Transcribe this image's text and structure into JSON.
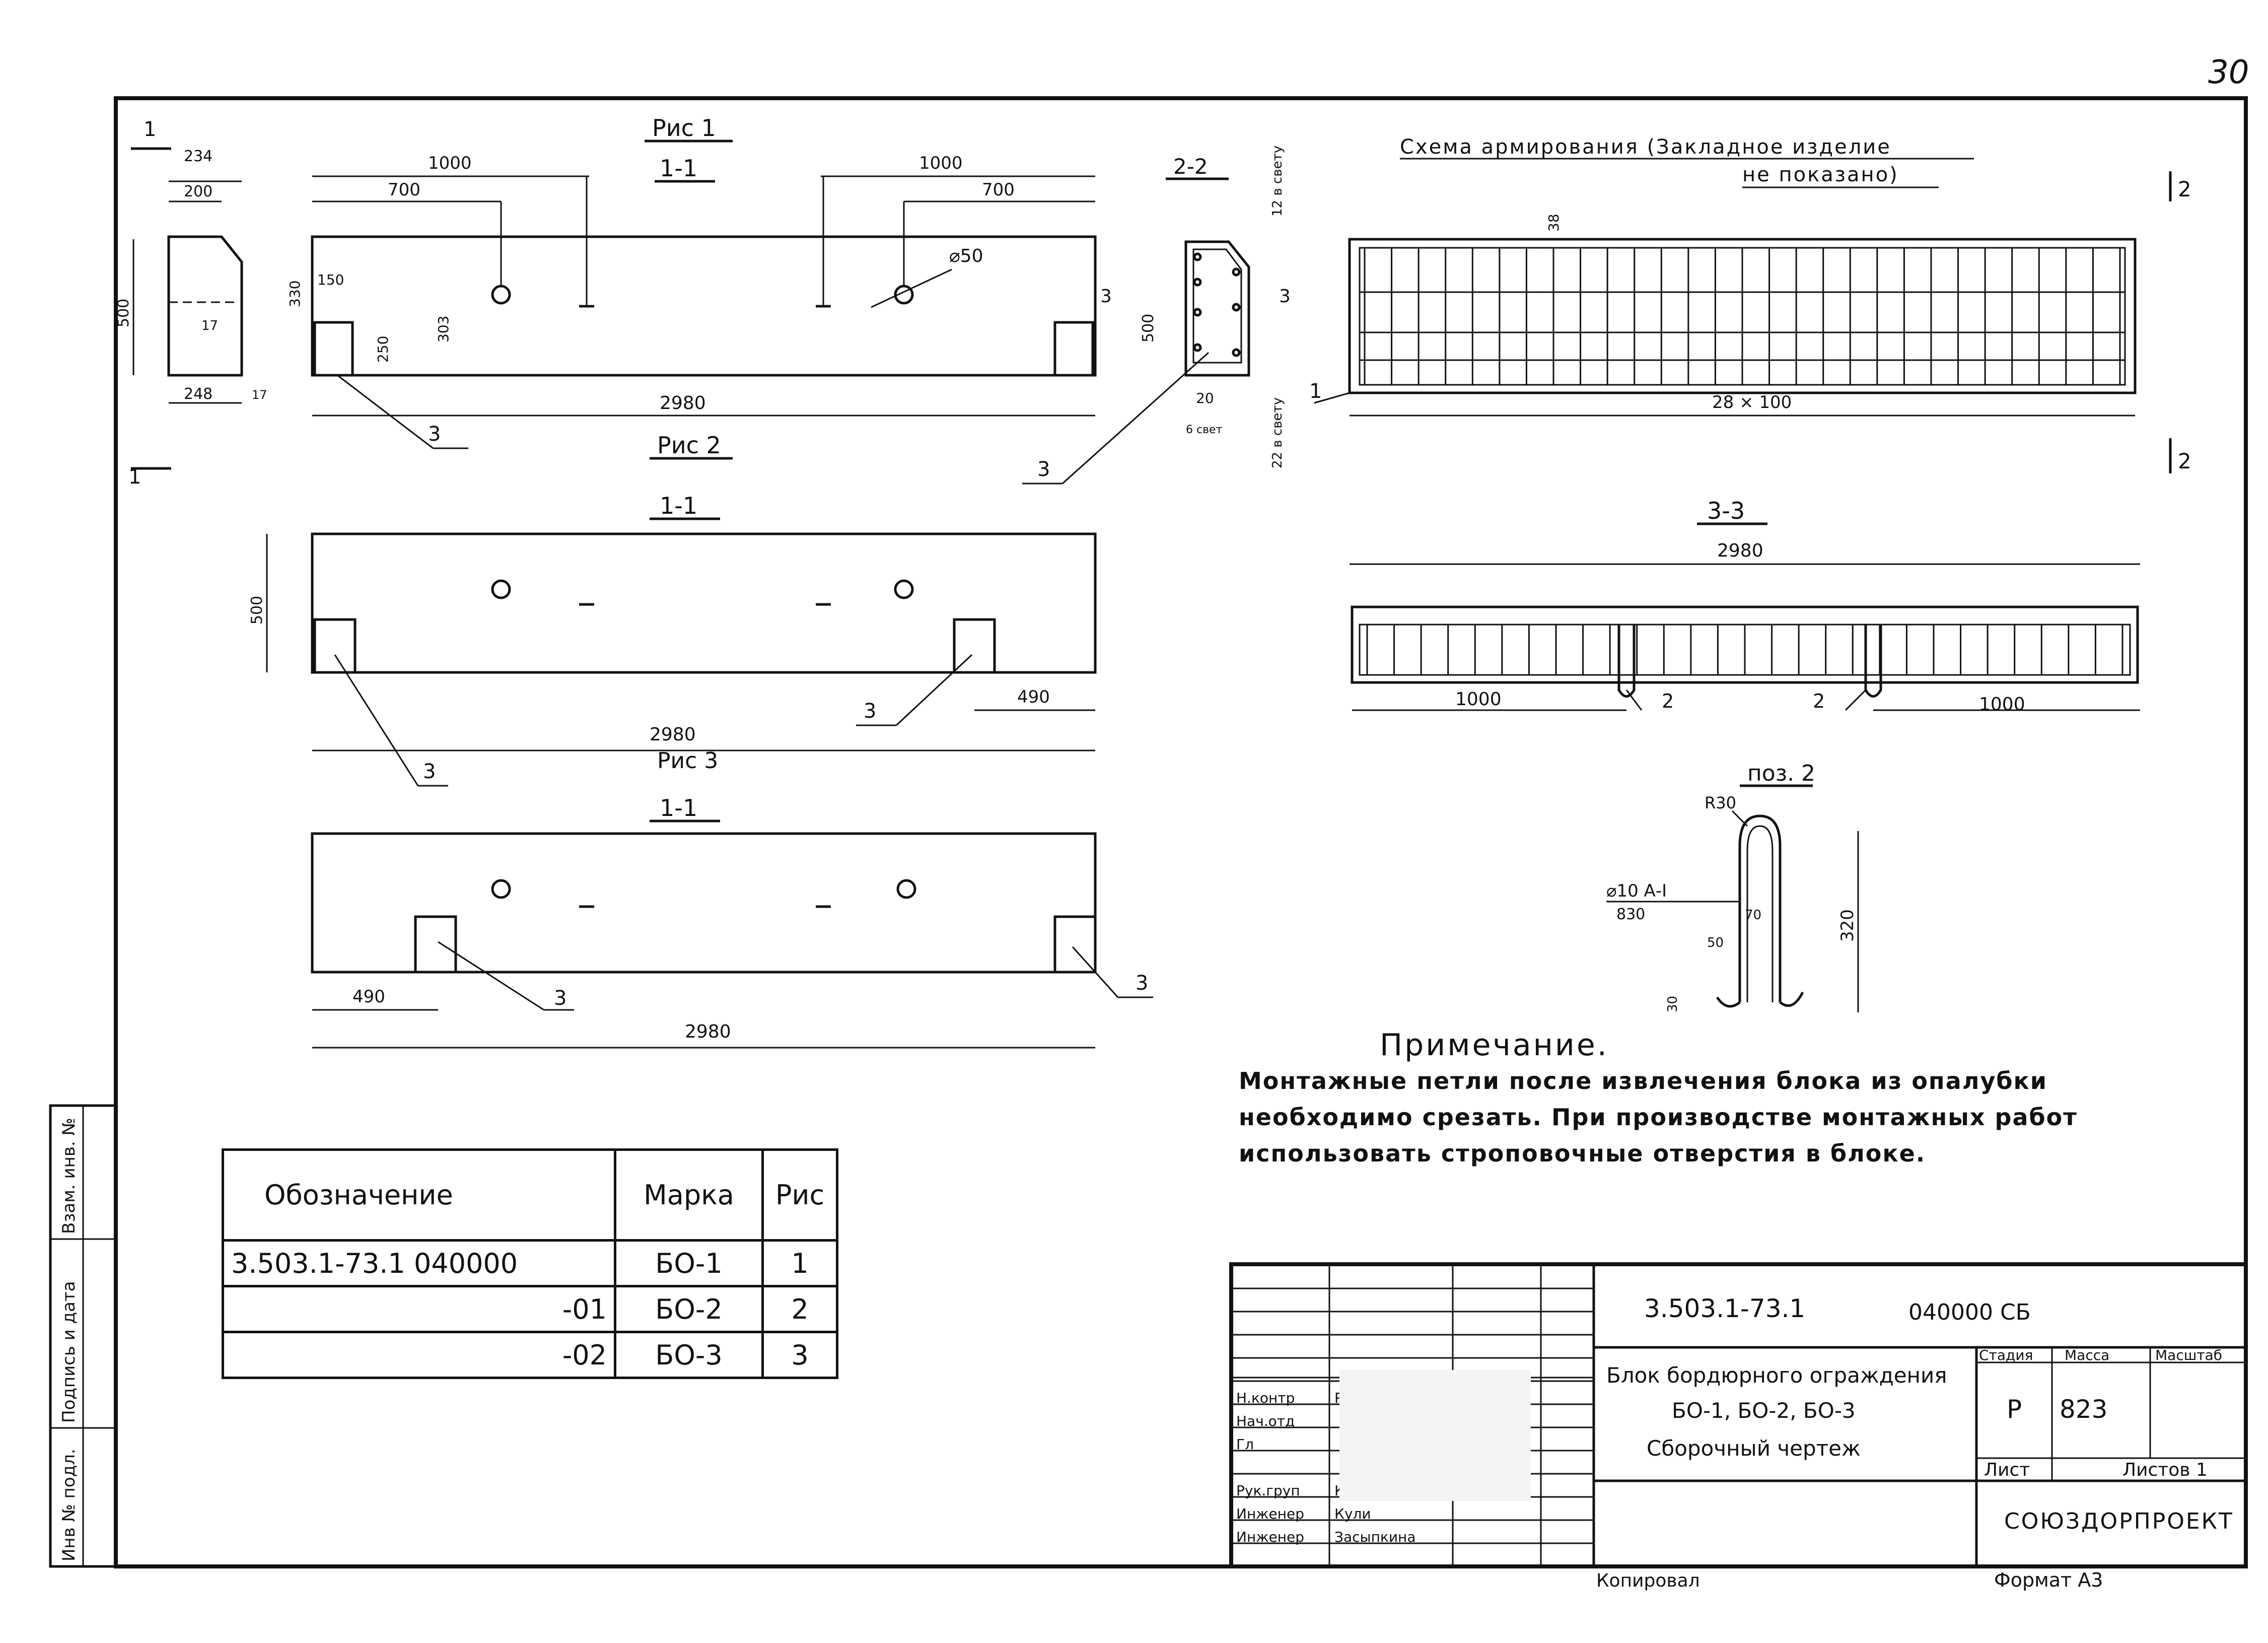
{
  "page_number": "30",
  "figures": {
    "fig1": "Рис 1",
    "fig2": "Рис 2",
    "fig3": "Рис 3"
  },
  "sections": {
    "s11": "1-1",
    "s22": "2-2",
    "s33": "3-3",
    "pos2": "поз. 2",
    "cut1": "1",
    "cut2": "2",
    "cut3": "3"
  },
  "scheme_title_1": "Схема армирования (Закладное изделие",
  "scheme_title_2": "не показано)",
  "dims": {
    "d234": "234",
    "d200": "200",
    "d500": "500",
    "d17": "17",
    "d248": "248",
    "d1000": "1000",
    "d700": "700",
    "d330": "330",
    "d150": "150",
    "d303": "303",
    "d250": "250",
    "d2980": "2980",
    "d50": "⌀50",
    "d20": "20",
    "d6": "6 свет",
    "d22": "22 в свету",
    "d12": "12 в свету",
    "d38": "38",
    "d28x100": "28 × 100",
    "d490": "490",
    "d320": "320",
    "dR30": "R30",
    "d10a": "⌀10 А-I",
    "d830": "830",
    "d70": "70",
    "d30": "30",
    "d50s": "50"
  },
  "callouts": {
    "c1": "1",
    "c2": "2",
    "c3": "3"
  },
  "note": {
    "title": "Примечание.",
    "lines": [
      "Монтажные петли после извлечения блока из опалубки",
      "необходимо срезать. При производстве монтажных работ",
      "использовать строповочные отверстия в блоке."
    ]
  },
  "spec_table": {
    "headers": [
      "Обозначение",
      "Марка",
      "Рис"
    ],
    "rows": [
      [
        "3.503.1-73.1 040000",
        "БО-1",
        "1"
      ],
      [
        "-01",
        "БО-2",
        "2"
      ],
      [
        "-02",
        "БО-3",
        "3"
      ]
    ]
  },
  "stamp": {
    "doc_code": "3.503.1-73.1",
    "doc_code_suffix": "040000 СБ",
    "title_1": "Блок бордюрного ограждения",
    "title_2": "БО-1, БО-2, БО-3",
    "title_3": "Сборочный чертеж",
    "col_stage": "Стадия",
    "col_mass": "Масса",
    "col_scale": "Масштаб",
    "stage": "Р",
    "mass": "823",
    "sheet": "Лист",
    "sheets": "Листов 1",
    "org": "СОЮЗДОРПРОЕКТ",
    "roles": [
      "Н.контр",
      "Нач.отд",
      "Гл",
      "",
      "Рук.груп",
      "Инженер",
      "Инженер"
    ],
    "names": [
      "Р",
      "",
      "",
      "",
      "Кре",
      "Кули",
      "Засыпкина"
    ]
  },
  "bottom": {
    "copied": "Копировал",
    "format": "Формат А3"
  },
  "side_stamp": [
    "Инв № подл.",
    "Подпись и дата",
    "Взам. инв. №"
  ]
}
